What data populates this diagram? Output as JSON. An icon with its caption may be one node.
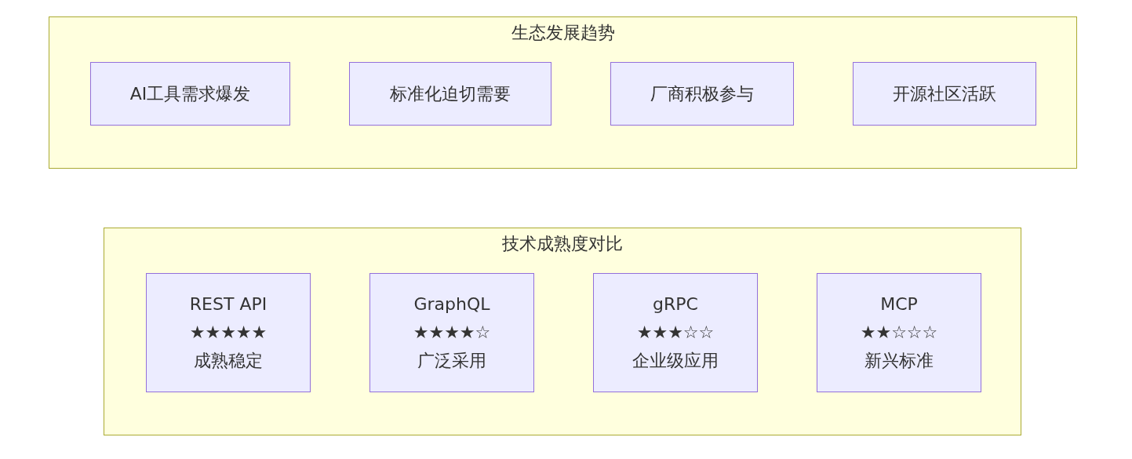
{
  "diagram": {
    "nodes": [
      {
        "text": [
          "生态发展趋势"
        ]
      },
      {
        "text": [
          "AI工具需求爆发"
        ],
        "in": 0
      },
      {
        "text": [
          "标准化迫切需要"
        ],
        "in": 0
      },
      {
        "text": [
          "厂商积极参与"
        ],
        "in": 0
      },
      {
        "text": [
          "开源社区活跃"
        ],
        "in": 0
      },
      {
        "text": [
          "技术成熟度对比"
        ]
      },
      {
        "text": [
          "REST API",
          "★★★★★",
          "成熟稳定"
        ],
        "in": 5
      },
      {
        "text": [
          "GraphQL",
          "★★★★☆",
          "广泛采用"
        ],
        "in": 5
      },
      {
        "text": [
          "gRPC",
          "★★★☆☆",
          "企业级应用"
        ],
        "in": 5
      },
      {
        "text": [
          "MCP",
          "★★☆☆☆",
          "新兴标准"
        ],
        "in": 5
      }
    ]
  }
}
